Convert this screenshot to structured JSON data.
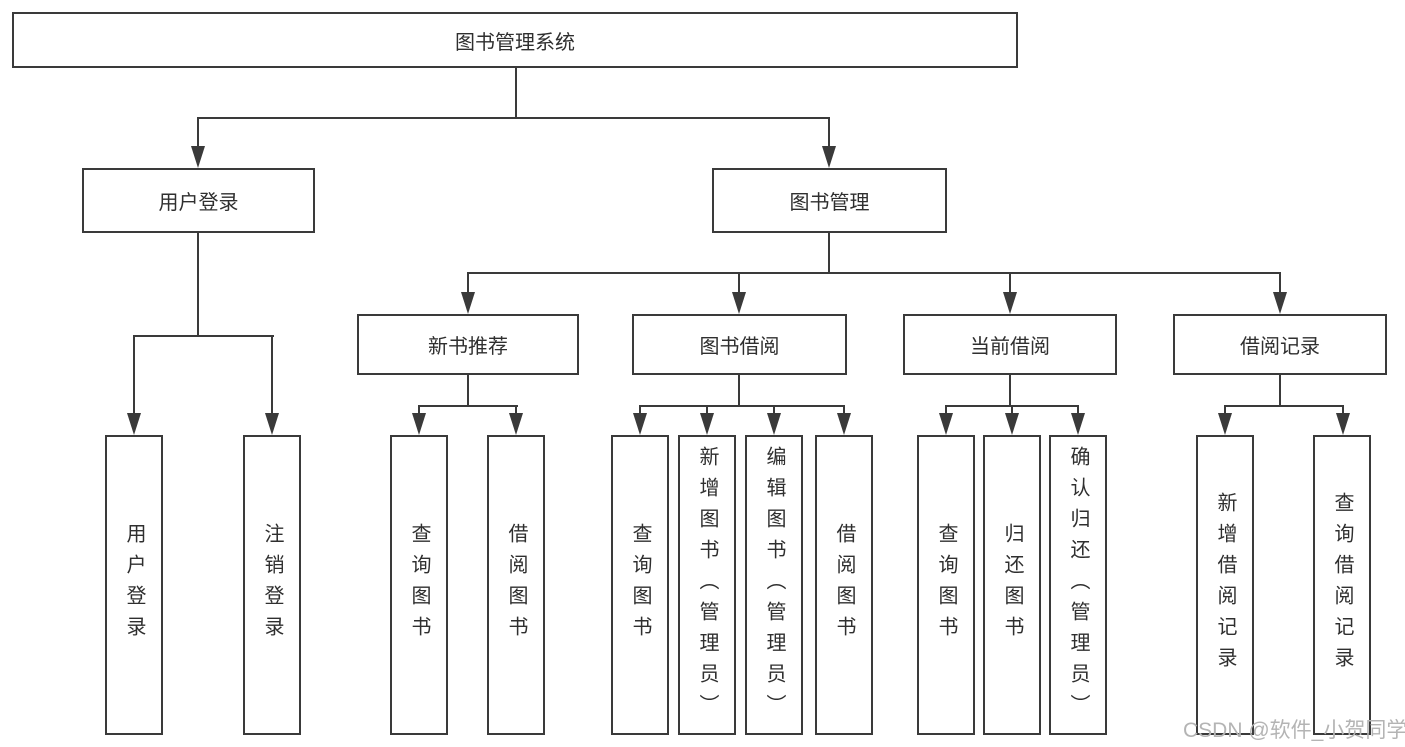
{
  "diagram": {
    "root": {
      "label": "图书管理系统"
    },
    "level2": [
      {
        "label": "用户登录"
      },
      {
        "label": "图书管理"
      }
    ],
    "level3": [
      {
        "label": "新书推荐"
      },
      {
        "label": "图书借阅"
      },
      {
        "label": "当前借阅"
      },
      {
        "label": "借阅记录"
      }
    ],
    "leaves": [
      {
        "label": "用户登录"
      },
      {
        "label": "注销登录"
      },
      {
        "label": "查询图书"
      },
      {
        "label": "借阅图书"
      },
      {
        "label": "查询图书"
      },
      {
        "label": "新增图书（管理员）"
      },
      {
        "label": "编辑图书（管理员）"
      },
      {
        "label": "借阅图书"
      },
      {
        "label": "查询图书"
      },
      {
        "label": "归还图书"
      },
      {
        "label": "确认归还（管理员）"
      },
      {
        "label": "新增借阅记录"
      },
      {
        "label": "查询借阅记录"
      }
    ],
    "watermark": "CSDN @软件_小贺同学",
    "colors": {
      "line": "#3a3a3a",
      "text": "#2f2f2f",
      "watermark": "#b4b4b4",
      "background": "#ffffff"
    }
  }
}
